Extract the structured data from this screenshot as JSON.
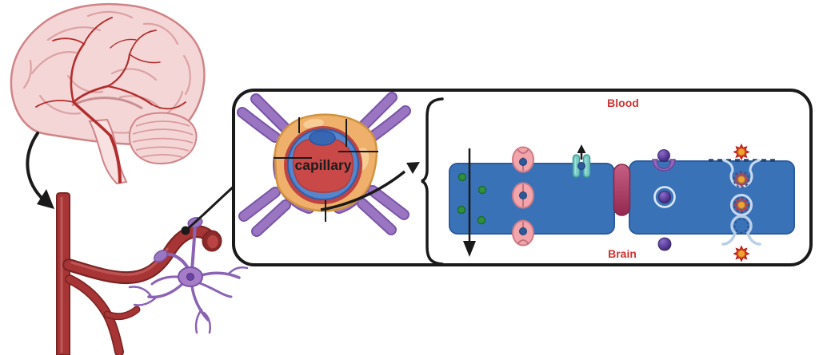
{
  "diagram": {
    "subject": "blood-brain barrier schematic",
    "labels": {
      "capillary": "capillary",
      "blood": "Blood",
      "brain": "Brain"
    },
    "glyphs": {
      "brain_illustration": "pink brain with red cerebral arteries",
      "curved_arrow": "arrow from brain to artery",
      "artery_tree": "branching red artery ending in open capillary",
      "astrocyte_cell": "purple star cell contacting vessel",
      "zoom_dot_leader": "black dot with leader line to magnified box",
      "capillary_cross_section": "lumen + endothelium + basement membrane + astrocyte endfeet",
      "detail_arrow": "arrow from capillary to membrane panel",
      "brace": "curly brace left of membrane panel",
      "passive_diffusion_arrow": "downward arrow through membrane",
      "solute_molecules": "green dots",
      "carrier_transporters": "pink ovals with blue solute",
      "efflux_pump": "teal channel with upward arrow",
      "tight_junction": "magenta pill between endothelial cells",
      "receptor_cup": "purple receptor binding purple sphere",
      "transcytosis_vesicle": "white-ringed vesicle with purple cargo",
      "adsorptive_particles": "red spiky particles with orange core",
      "vesicle_pathway": "invagination, vesicles and exocytosis omega"
    },
    "colors": {
      "label_red": "#cc3333",
      "outline_black": "#1a1a1a",
      "brain_pink": "#f5d6d7",
      "brain_stroke": "#d08487",
      "artery_red": "#a83535",
      "artery_dark": "#7c2424",
      "astrocyte_purple": "#9a75c2",
      "astrocyte_dark": "#7a55a8",
      "basement_orange": "#eeb06a",
      "pericyte_red": "#bf4343",
      "endothelium_blue": "#5585cc",
      "lumen_red": "#c94848",
      "nucleus_blue": "#3767b3",
      "membrane_blue": "#3a72b8",
      "membrane_edge": "#2d5c9c",
      "transporter_pink": "#f2a6ac",
      "transporter_edge": "#c4717c",
      "efflux_teal": "#79cbc4",
      "tight_junction_magenta": "#b23b63",
      "molecule_green": "#2f9140",
      "cargo_purple": "#5b3f9e",
      "vesicle_ring": "#c9daee",
      "particle_red": "#dd2f23",
      "particle_core_orange": "#f0a232"
    }
  }
}
